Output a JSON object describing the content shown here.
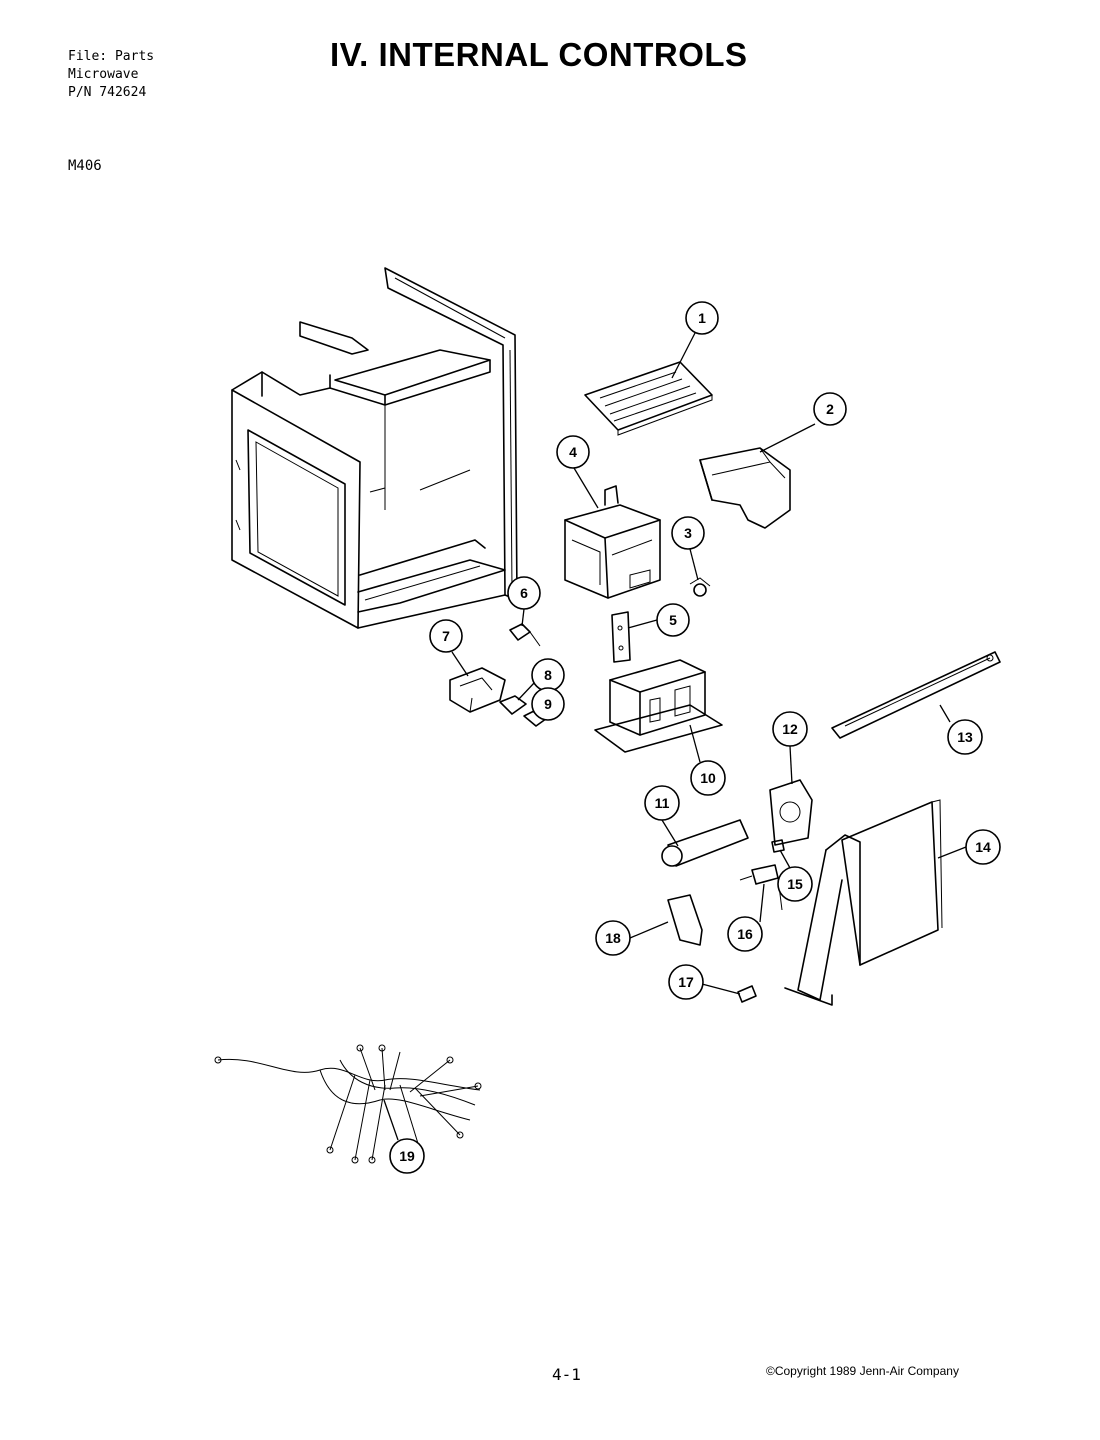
{
  "header": {
    "file_lines": [
      "File: Parts",
      "Microwave",
      "P/N 742624"
    ],
    "model": "M406",
    "title": "IV. INTERNAL CONTROLS"
  },
  "footer": {
    "page_number": "4-1",
    "copyright": "©Copyright 1989 Jenn-Air Company"
  },
  "callouts": [
    "1",
    "2",
    "3",
    "4",
    "5",
    "6",
    "7",
    "8",
    "9",
    "10",
    "11",
    "12",
    "13",
    "14",
    "15",
    "16",
    "17",
    "18",
    "19"
  ]
}
